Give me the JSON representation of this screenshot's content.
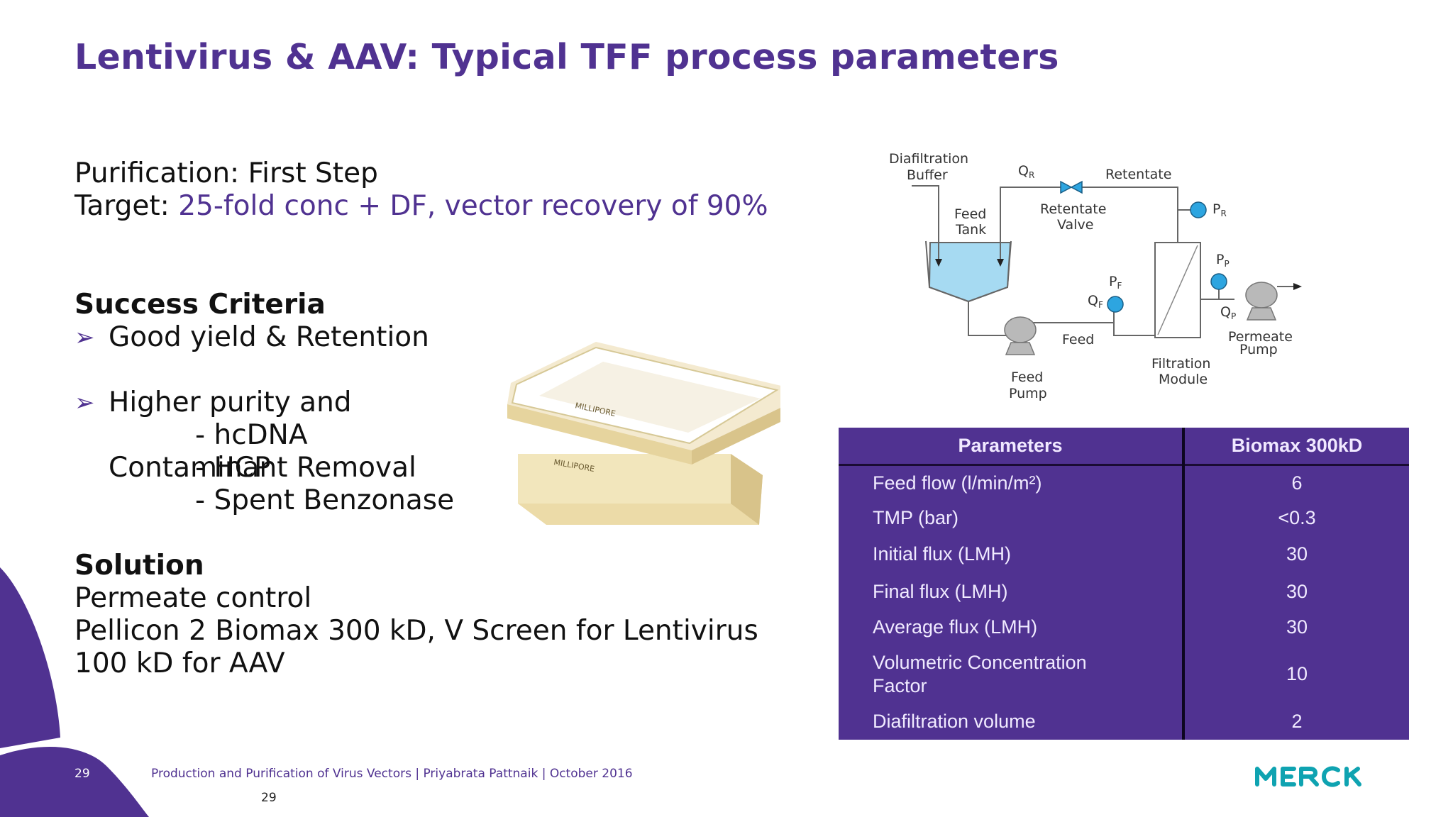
{
  "slide": {
    "title": "Lentivirus & AAV: Typical TFF process parameters",
    "purification": "Purification: First Step",
    "target_label": "Target: ",
    "target_value": "25-fold conc + DF, vector recovery of 90%",
    "success_heading": "Success Criteria",
    "success_items": [
      "Good yield & Retention",
      "Higher purity and",
      "Contaminant Removal"
    ],
    "sub_items": [
      "- hcDNA",
      "- HCP",
      "- Spent Benzonase"
    ],
    "solution_heading": "Solution",
    "solution_lines": [
      "Permeate control",
      "Pellicon 2 Biomax 300 kD, V Screen for Lentivirus",
      "100 kD for AAV"
    ]
  },
  "cassette": {
    "label_1": "MILLIPORE",
    "label_2": "MILLIPORE"
  },
  "diagram": {
    "diafiltration_buffer": [
      "Diafiltration",
      "Buffer"
    ],
    "feed_tank": [
      "Feed",
      "Tank"
    ],
    "q_r": "Q",
    "q_r_sub": "R",
    "retentate_valve": [
      "Retentate",
      "Valve"
    ],
    "retentate": "Retentate",
    "p_r": "P",
    "p_r_sub": "R",
    "p_p": "P",
    "p_p_sub": "P",
    "p_f": "P",
    "p_f_sub": "F",
    "q_f": "Q",
    "q_f_sub": "F",
    "q_p": "Q",
    "q_p_sub": "P",
    "feed": "Feed",
    "feed_pump": [
      "Feed",
      "Pump"
    ],
    "filtration_module": [
      "Filtration",
      "Module"
    ],
    "permeate_pump": [
      "Permeate",
      "Pump"
    ]
  },
  "table": {
    "headers": [
      "Parameters",
      "Biomax 300kD"
    ],
    "rows": [
      {
        "param": "Feed flow (l/min/m²)",
        "value": "6"
      },
      {
        "param": "TMP (bar)",
        "value": "<0.3"
      },
      {
        "param": "Initial flux (LMH)",
        "value": "30"
      },
      {
        "param": "Final flux (LMH)",
        "value": "30"
      },
      {
        "param": "Average flux (LMH)",
        "value": "30"
      },
      {
        "param_line1": "Volumetric Concentration",
        "param_line2": "Factor",
        "value": "10"
      },
      {
        "param": "Diafiltration volume",
        "value": "2"
      }
    ]
  },
  "footer": {
    "page_number": "29",
    "text": "Production and Purification of Virus Vectors | Priyabrata Pattnaik | October 2016",
    "page_number_2": "29",
    "logo": "MERCK"
  },
  "colors": {
    "brand_purple": "#503291",
    "logo_teal": "#0fa3b1",
    "tank_fluid": "#a6daf2",
    "gauge_blue": "#2da5e0"
  }
}
